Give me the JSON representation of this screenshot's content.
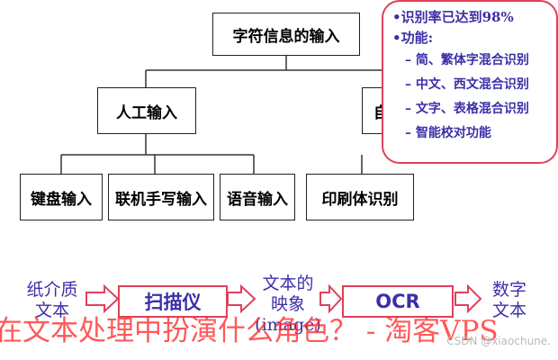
{
  "tree": {
    "root": "字符信息的输入",
    "manual": "人工输入",
    "auto_partial": "自",
    "leaves": [
      "键盘输入",
      "联机手写输入",
      "语音输入",
      "印刷体识别"
    ]
  },
  "callout": {
    "rate": "•识别率已达到98%",
    "features_title": "•功能:",
    "features": [
      "– 简、繁体字混合识别",
      "– 中文、西文混合识别",
      "– 文字、表格混合识别",
      "– 智能校对功能"
    ]
  },
  "flow": {
    "source": "纸介质\n文本",
    "scanner": "扫描仪",
    "image_label": "文本的\n映象\n(image)",
    "ocr": "OCR",
    "output": "数字\n文本"
  },
  "overlay": {
    "watermark": "在文本处理中扮演什么角色？ - 淘客VPS",
    "csdn": "CSDN @xiaochune."
  },
  "colors": {
    "flow_border": "#e0405a",
    "flow_text": "#3b2fa8",
    "watermark": "#ff2a2a"
  }
}
